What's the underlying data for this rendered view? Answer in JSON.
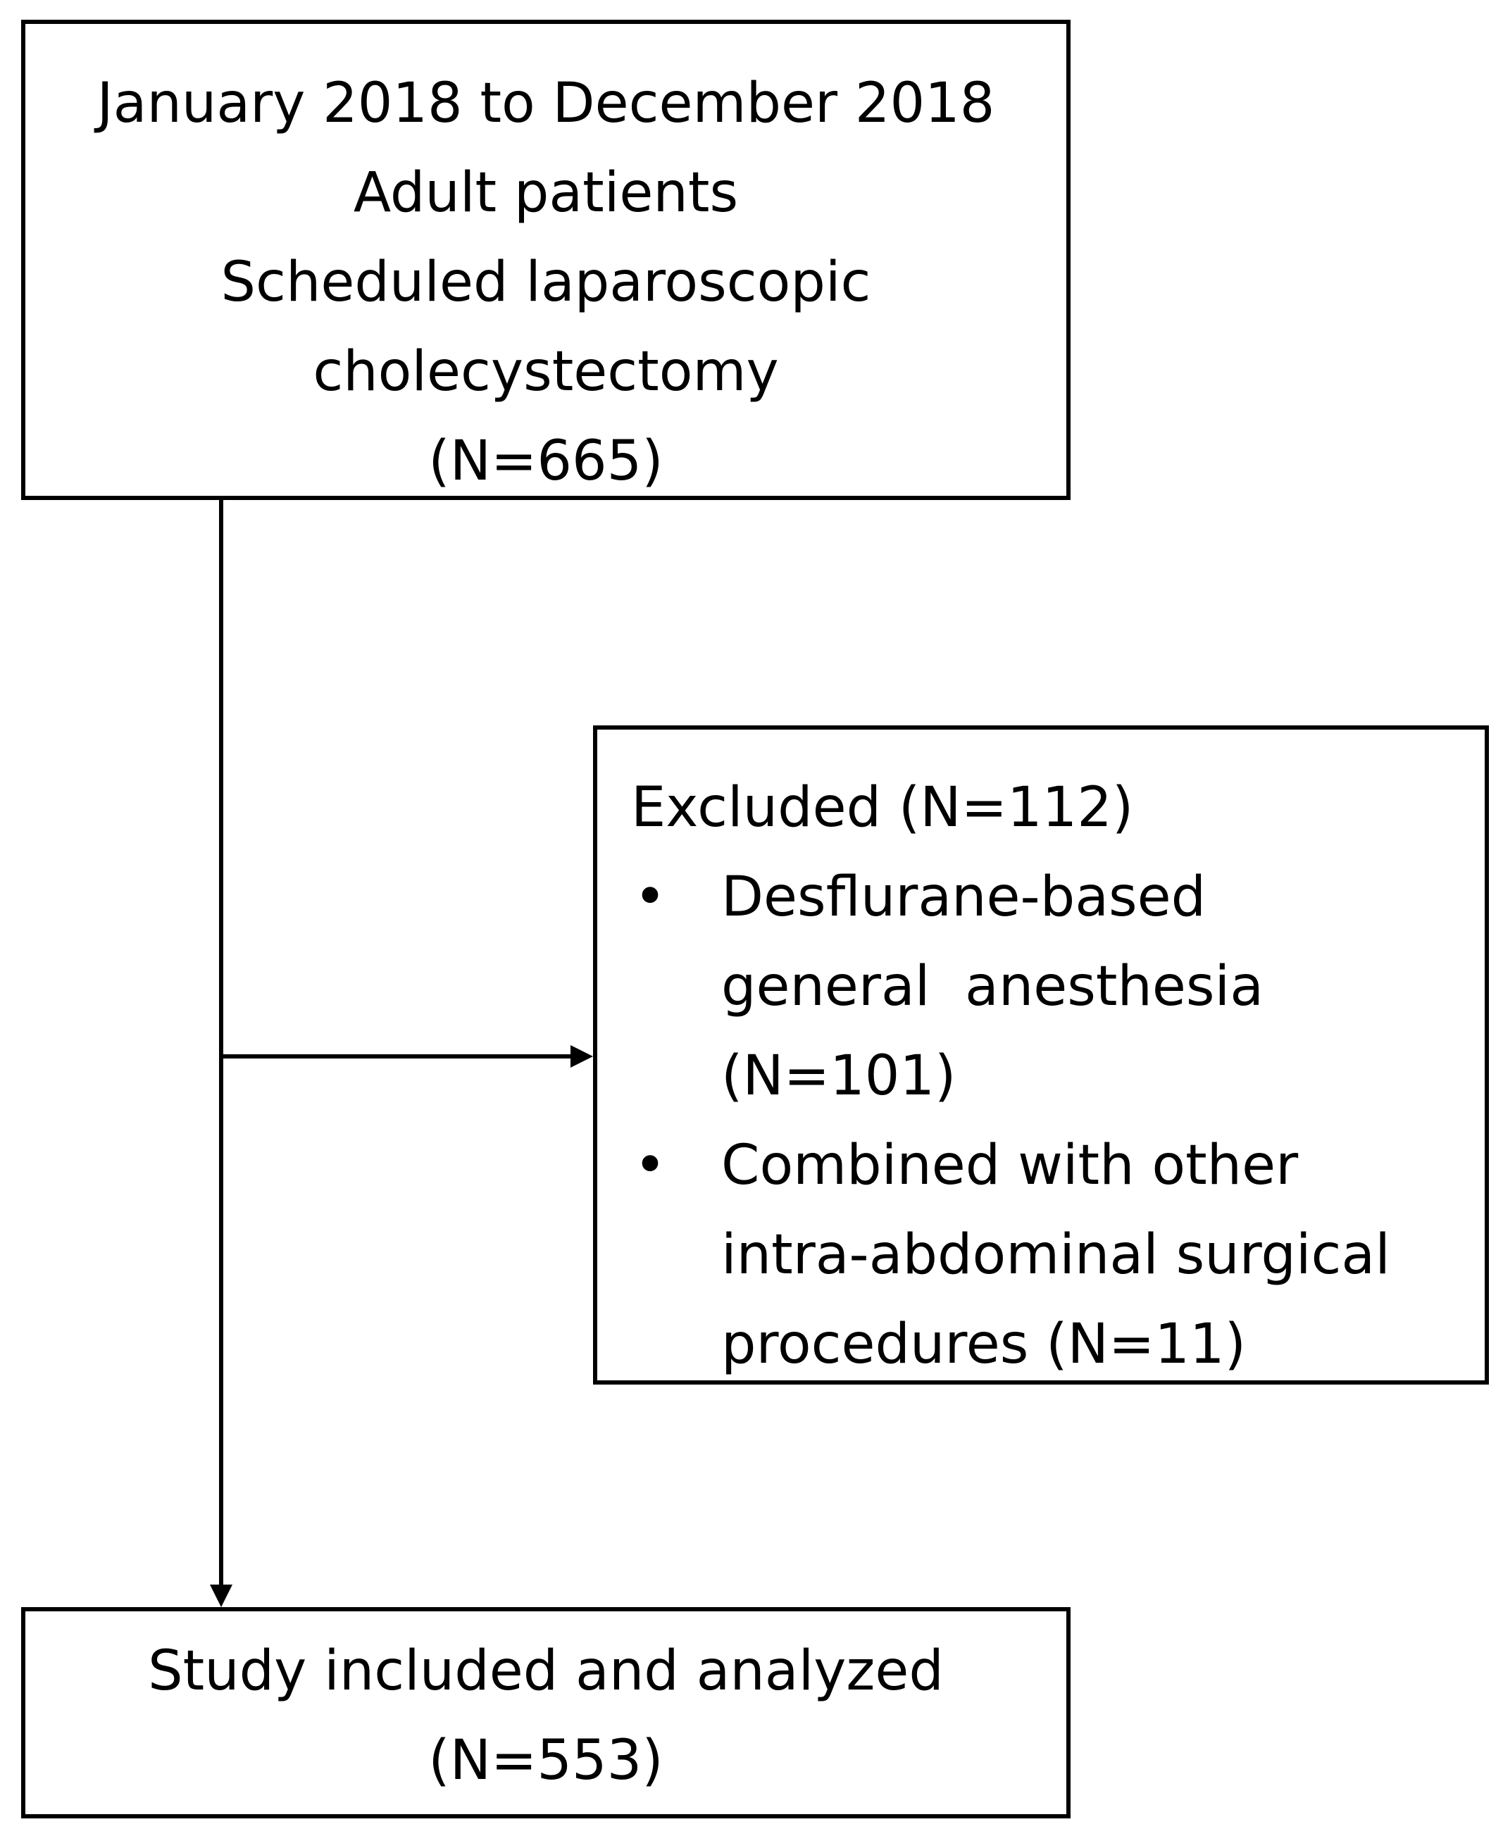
{
  "source_box": {
    "lines": [
      "January 2018 to December 2018",
      "Adult patients",
      "Scheduled laparoscopic",
      "cholecystectomy",
      "(N=665)"
    ]
  },
  "exclusion_box": {
    "heading": "Excluded (N=112)",
    "bullet_symbol": "•",
    "items": [
      {
        "lines": [
          "Desflurane-based",
          "general  anesthesia",
          "(N=101)"
        ]
      },
      {
        "lines": [
          "Combined with other",
          "intra-abdominal surgical",
          "procedures (N=11)"
        ]
      }
    ]
  },
  "result_box": {
    "lines": [
      "Study included and analyzed",
      "(N=553)"
    ]
  },
  "colors": {
    "line": "#000000",
    "background": "#ffffff"
  }
}
